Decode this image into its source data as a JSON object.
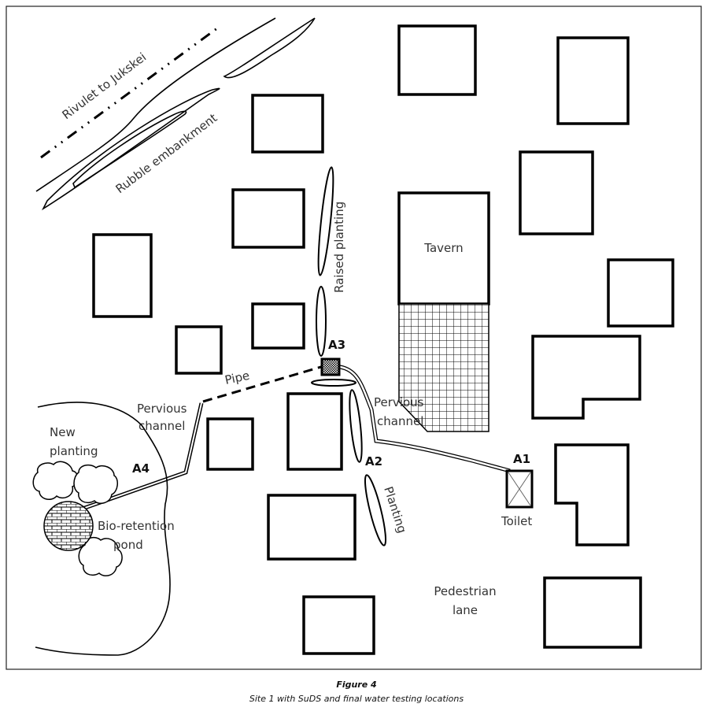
{
  "figure": {
    "title": "Figure 4",
    "caption": "Site 1 with SuDS and final water testing locations"
  },
  "labels": {
    "rivulet": "Rivulet to Jukskei",
    "rubble": "Rubble embankment",
    "raised_planting": "Raised planting",
    "tavern": "Tavern",
    "pipe": "Pipe",
    "pervious_channel_left_1": "Pervious",
    "pervious_channel_left_2": "channel",
    "pervious_channel_right_1": "Pervious",
    "pervious_channel_right_2": "channel",
    "new_planting_1": "New",
    "new_planting_2": "planting",
    "bio_retention_1": "Bio-retention",
    "bio_retention_2": "pond",
    "planting": "Planting",
    "toilet": "Toilet",
    "pedestrian_1": "Pedestrian",
    "pedestrian_2": "lane"
  },
  "testing_locations": [
    {
      "id": "A1",
      "label": "A1",
      "at": "Toilet"
    },
    {
      "id": "A2",
      "label": "A2",
      "at": "Pervious channel / planting"
    },
    {
      "id": "A3",
      "label": "A3",
      "at": "Pipe inlet at raised planting"
    },
    {
      "id": "A4",
      "label": "A4",
      "at": "Bio-retention pond"
    }
  ]
}
